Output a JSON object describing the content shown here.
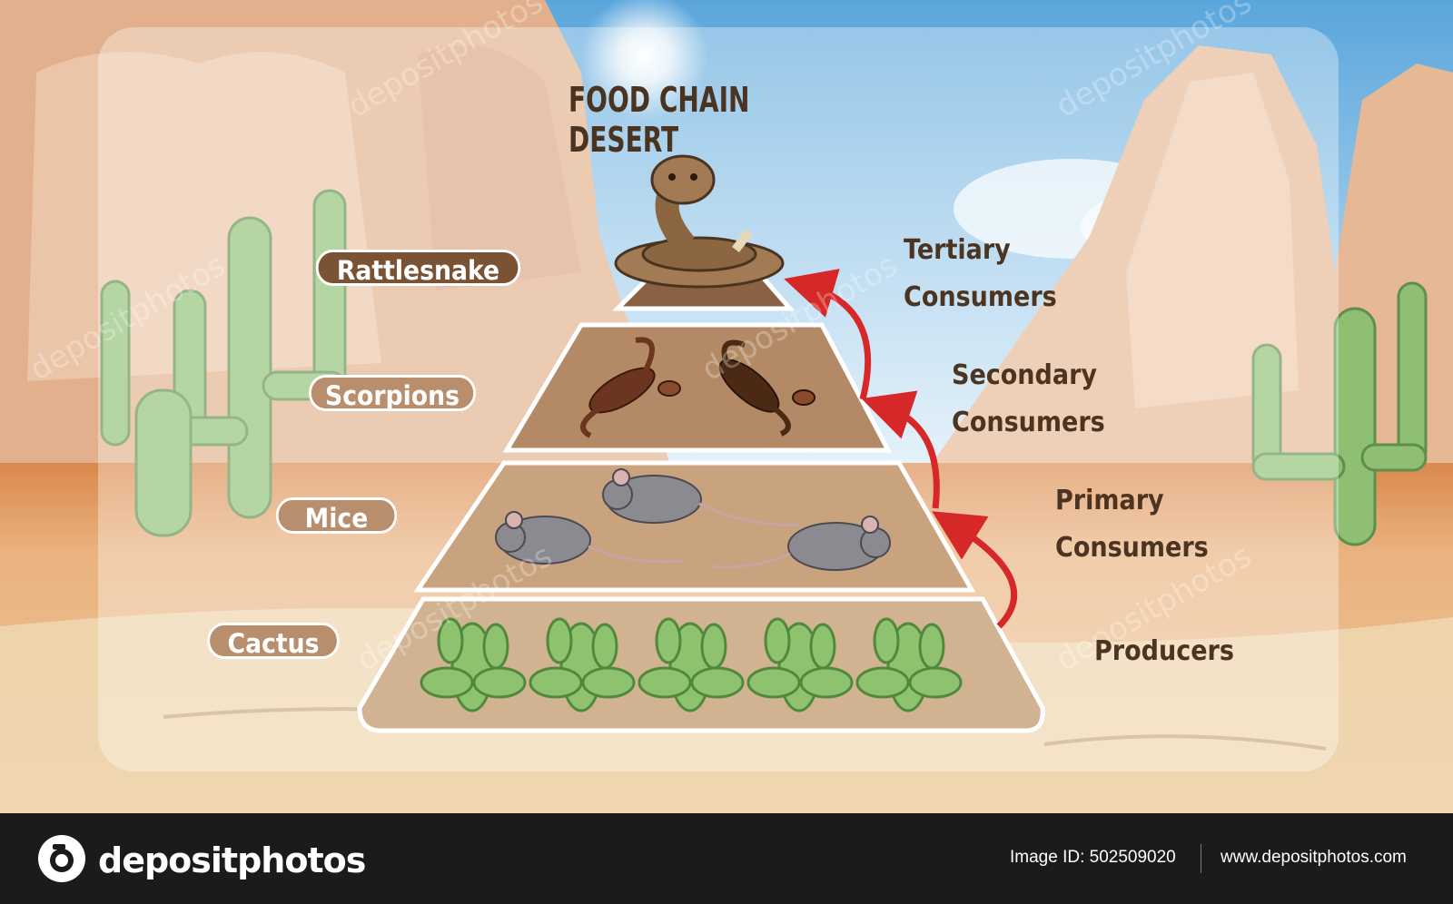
{
  "diagram": {
    "title": "FOOD CHAIN DESERT",
    "tiers": [
      {
        "organism": "Rattlesnake",
        "level_line1": "Tertiary",
        "level_line2": "Consumers"
      },
      {
        "organism": "Scorpions",
        "level_line1": "Secondary",
        "level_line2": "Consumers"
      },
      {
        "organism": "Mice",
        "level_line1": "Primary",
        "level_line2": "Consumers"
      },
      {
        "organism": "Cactus",
        "level_line1": "Producers",
        "level_line2": ""
      }
    ],
    "colors": {
      "sky": "#9cc9e8",
      "rock": "#e4b896",
      "sand": "#e8c9a0",
      "pyramid_fill": "#c9a27e",
      "pyramid_top": "#8a6243",
      "arrow": "#d62828",
      "label_text": "#4d3421",
      "cactus": "#8fbf72"
    },
    "watermark": "depositphotos"
  },
  "footer": {
    "brand": "depositphotos",
    "image_id": "Image ID: 502509020",
    "site": "www.depositphotos.com"
  }
}
